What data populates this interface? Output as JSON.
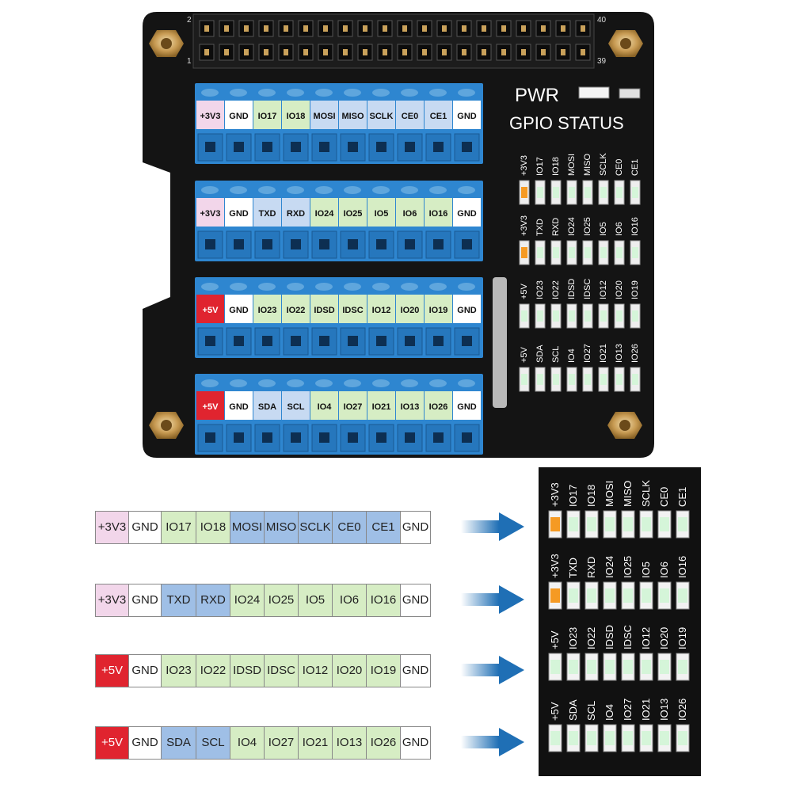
{
  "board": {
    "pwr_label": "PWR",
    "status_title": "GPIO STATUS",
    "header_pin_labels": [
      "2",
      "40",
      "1",
      "39"
    ],
    "terminal_rows": [
      [
        "+3V3",
        "GND",
        "IO17",
        "IO18",
        "MOSI",
        "MISO",
        "SCLK",
        "CE0",
        "CE1",
        "GND"
      ],
      [
        "+3V3",
        "GND",
        "TXD",
        "RXD",
        "IO24",
        "IO25",
        "IO5",
        "IO6",
        "IO16",
        "GND"
      ],
      [
        "+5V",
        "GND",
        "IO23",
        "IO22",
        "IDSD",
        "IDSC",
        "IO12",
        "IO20",
        "IO19",
        "GND"
      ],
      [
        "+5V",
        "GND",
        "SDA",
        "SCL",
        "IO4",
        "IO27",
        "IO21",
        "IO13",
        "IO26",
        "GND"
      ]
    ],
    "status_rows": [
      [
        "+3V3",
        "IO17",
        "IO18",
        "MOSI",
        "MISO",
        "SCLK",
        "CE0",
        "CE1"
      ],
      [
        "+3V3",
        "TXD",
        "RXD",
        "IO24",
        "IO25",
        "IO5",
        "IO6",
        "IO16"
      ],
      [
        "+5V",
        "IO23",
        "IO22",
        "IDSD",
        "IDSC",
        "IO12",
        "IO20",
        "IO19"
      ],
      [
        "+5V",
        "SDA",
        "SCL",
        "IO4",
        "IO27",
        "IO21",
        "IO13",
        "IO26"
      ]
    ]
  },
  "legend_rows": [
    [
      {
        "t": "+3V3",
        "c": "pink"
      },
      {
        "t": "GND",
        "c": "white"
      },
      {
        "t": "IO17",
        "c": "green"
      },
      {
        "t": "IO18",
        "c": "green"
      },
      {
        "t": "MOSI",
        "c": "blue"
      },
      {
        "t": "MISO",
        "c": "blue"
      },
      {
        "t": "SCLK",
        "c": "blue"
      },
      {
        "t": "CE0",
        "c": "blue"
      },
      {
        "t": "CE1",
        "c": "blue"
      },
      {
        "t": "GND",
        "c": "white"
      }
    ],
    [
      {
        "t": "+3V3",
        "c": "pink"
      },
      {
        "t": "GND",
        "c": "white"
      },
      {
        "t": "TXD",
        "c": "blue"
      },
      {
        "t": "RXD",
        "c": "blue"
      },
      {
        "t": "IO24",
        "c": "green"
      },
      {
        "t": "IO25",
        "c": "green"
      },
      {
        "t": "IO5",
        "c": "green"
      },
      {
        "t": "IO6",
        "c": "green"
      },
      {
        "t": "IO16",
        "c": "green"
      },
      {
        "t": "GND",
        "c": "white"
      }
    ],
    [
      {
        "t": "+5V",
        "c": "red"
      },
      {
        "t": "GND",
        "c": "white"
      },
      {
        "t": "IO23",
        "c": "green"
      },
      {
        "t": "IO22",
        "c": "green"
      },
      {
        "t": "IDSD",
        "c": "green"
      },
      {
        "t": "IDSC",
        "c": "green"
      },
      {
        "t": "IO12",
        "c": "green"
      },
      {
        "t": "IO20",
        "c": "green"
      },
      {
        "t": "IO19",
        "c": "green"
      },
      {
        "t": "GND",
        "c": "white"
      }
    ],
    [
      {
        "t": "+5V",
        "c": "red"
      },
      {
        "t": "GND",
        "c": "white"
      },
      {
        "t": "SDA",
        "c": "blue"
      },
      {
        "t": "SCL",
        "c": "blue"
      },
      {
        "t": "IO4",
        "c": "green"
      },
      {
        "t": "IO27",
        "c": "green"
      },
      {
        "t": "IO21",
        "c": "green"
      },
      {
        "t": "IO13",
        "c": "green"
      },
      {
        "t": "IO26",
        "c": "green"
      },
      {
        "t": "GND",
        "c": "white"
      }
    ]
  ],
  "colors": {
    "pink": "#f2d6ea",
    "white": "#ffffff",
    "green": "#d6edc4",
    "blue": "#9fbfe6",
    "red": "#e0242f",
    "board": "#141414",
    "terminal": "#2e86d0",
    "arrow": "#1f6fb5",
    "led_orange": "#f59a23",
    "led_green": "#d5f5d9"
  }
}
